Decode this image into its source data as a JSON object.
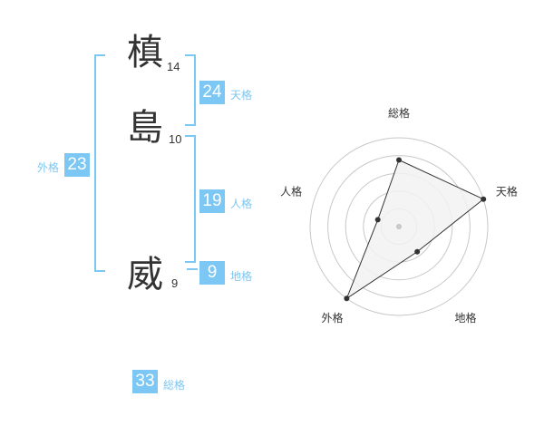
{
  "name": {
    "chars": [
      {
        "char": "槙",
        "strokes": "14"
      },
      {
        "char": "島",
        "strokes": "10"
      },
      {
        "char": "威",
        "strokes": "9"
      }
    ]
  },
  "kaku": {
    "tenkaku": {
      "value": "24",
      "label": "天格"
    },
    "jinkaku": {
      "value": "19",
      "label": "人格"
    },
    "chikaku": {
      "value": "9",
      "label": "地格"
    },
    "gaikaku": {
      "value": "23",
      "label": "外格"
    },
    "soukaku": {
      "value": "33",
      "label": "総格"
    }
  },
  "radar": {
    "axes": [
      "総格",
      "天格",
      "地格",
      "外格",
      "人格"
    ],
    "values": [
      0.75,
      1.0,
      0.35,
      1.0,
      0.25
    ],
    "levels": 5,
    "colors": {
      "ring": "#c8c8c8",
      "fill": "#f2f2f2",
      "line": "#333333",
      "dot": "#333333",
      "center": "#c8c8c8"
    }
  }
}
